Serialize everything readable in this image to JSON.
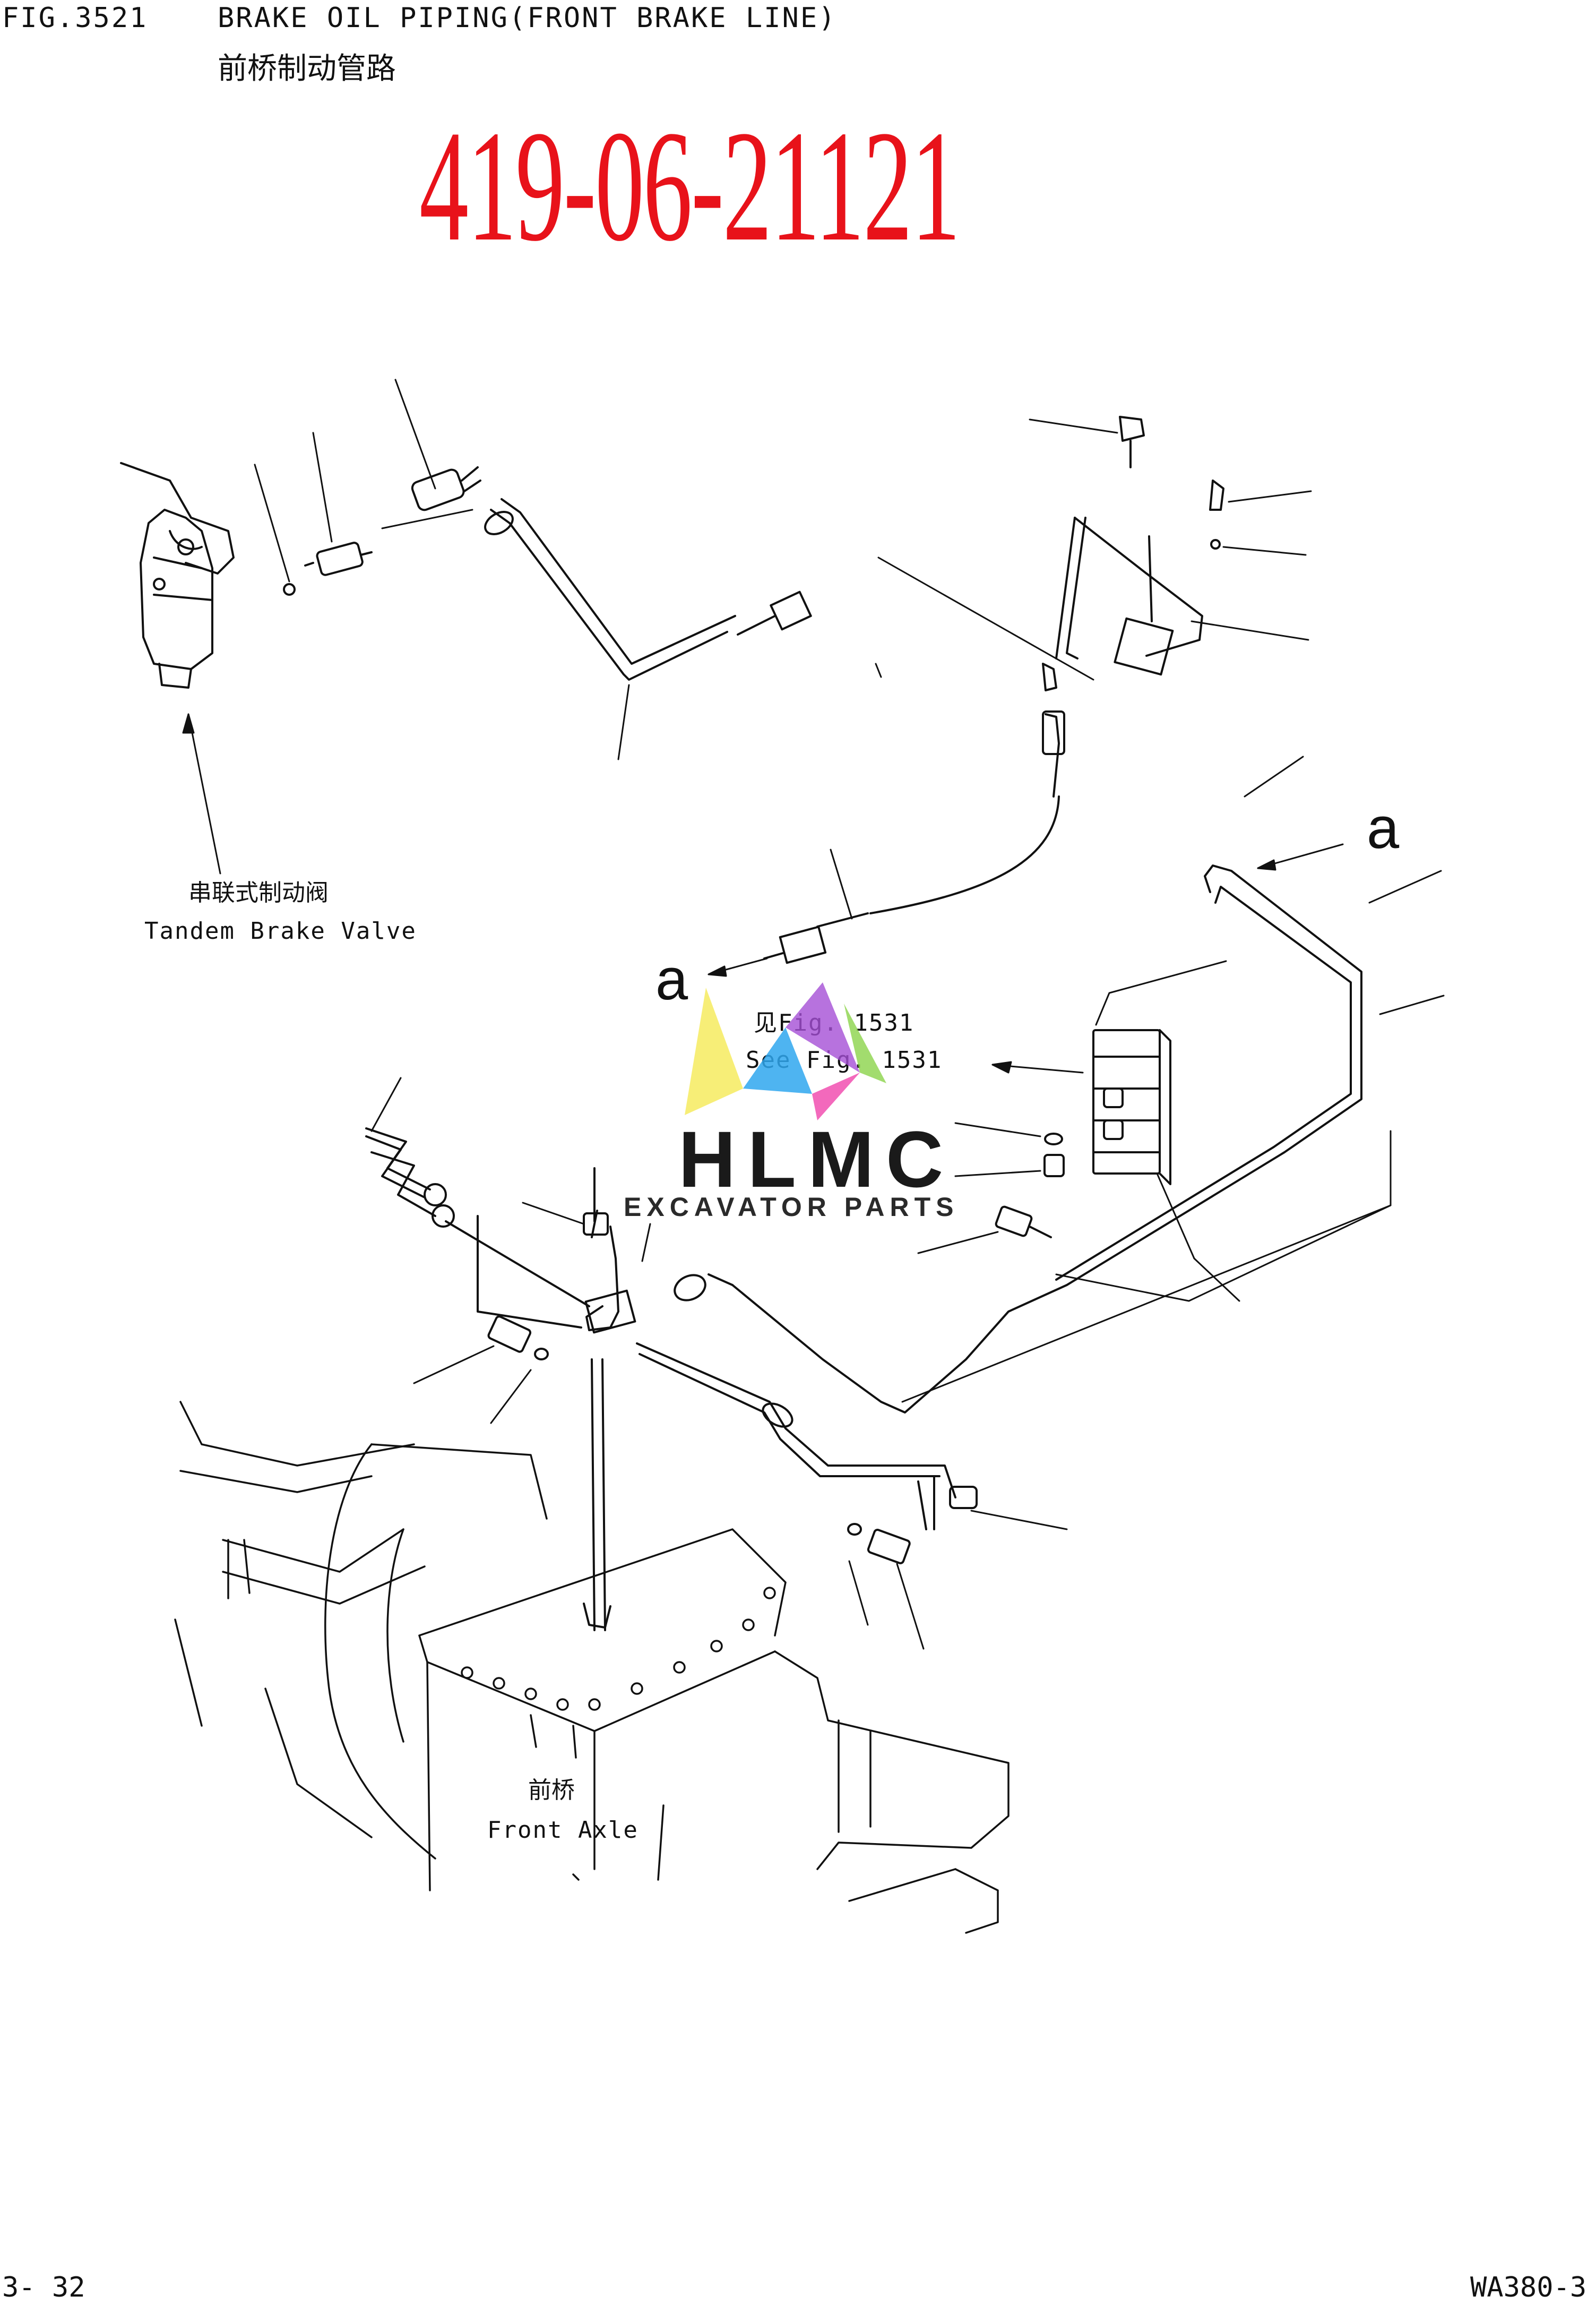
{
  "header": {
    "fig_no": "FIG.3521",
    "title_en": "BRAKE OIL PIPING(FRONT BRAKE LINE)",
    "title_cn": "前桥制动管路"
  },
  "part_number": "419-06-21121",
  "labels": {
    "valve_cn": "串联式制动阀",
    "valve_en": "Tandem Brake Valve",
    "see_cn": "见Fig. 1531",
    "see_en": "See Fig. 1531",
    "axle_cn": "前桥",
    "axle_en": "Front Axle",
    "callout_a_left": "a",
    "callout_a_right": "a"
  },
  "watermark": {
    "brand": "HLMC",
    "tagline": "EXCAVATOR PARTS",
    "colors": [
      "#f4e84a",
      "#2fa7ee",
      "#a54fd6",
      "#f14fb0",
      "#8bd34a"
    ]
  },
  "footer": {
    "page": "3- 32",
    "model": "WA380-3"
  }
}
